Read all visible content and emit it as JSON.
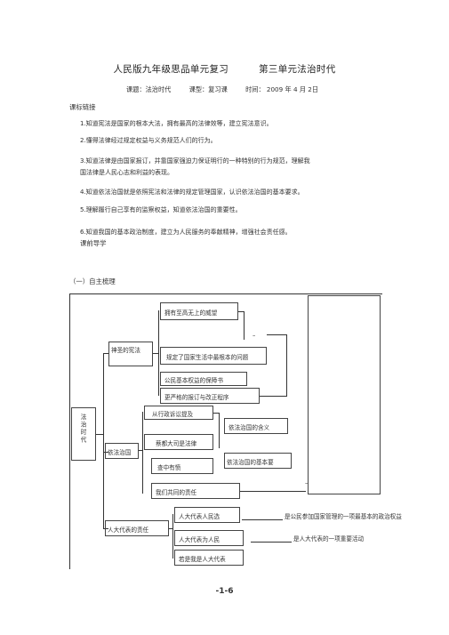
{
  "header": {
    "title_left": "人民版九年级思品单元复习",
    "title_right": "第三单元法治时代",
    "topic": "课题：法治时代",
    "type": "课型：复习课",
    "time": "时间：  2009  年  4  月  2日"
  },
  "sections": {
    "objectives_heading": "课标链接",
    "guide_heading": "课前导学",
    "self_heading": "（一）自主梳理"
  },
  "objectives": [
    "1.知道宪法是国家的根本大法，拥有最高的法律效等，建立宪法意识。",
    "2.懂得法律经过规定权益与义务规范人们的行为。",
    "3.知道法律是由国家报订，并靠国家强迫力保证明行的一种特别的行为规范，理解我",
    "国法律是人民心志和利益的表现。",
    "4.知道依法治国就是依照宪法和法律的规定管理国家，认识依法治国的基本要求。",
    "5.理解履行自己享有的监察权益，知道依法治国的重要性。",
    "6.知道我国的基本政治制度，建立为人民服务的奉献精神，增强社会责任感。"
  ],
  "diagram": {
    "root": "法治时代",
    "constitution": "神圣的宪法",
    "c1": "拥有至高无上的威望",
    "c2": "规定了国家生活中最根本的问题",
    "c3": "公民基本权益的保障书",
    "c4": "更严格的报订与改正程序",
    "rule": "依法治国",
    "r1": "从行政诉讼提及",
    "r2": "蔡都大司是法律",
    "r3": "查中有愤",
    "r4": "我们共同的责任",
    "r_meaning": "依法治国的含义",
    "r_basic": "依法治国的基本要",
    "npc": "人大代表的责任",
    "n1": "人大代表人民选",
    "n1_note": "是公民参加国家管理的一项最基本的政治权益",
    "n2": "人大代表为人民",
    "n2_note": "是人大代表的一项重要活动",
    "n3": "若是我是人大代表",
    "dash": "–"
  },
  "footer": "-1-6"
}
